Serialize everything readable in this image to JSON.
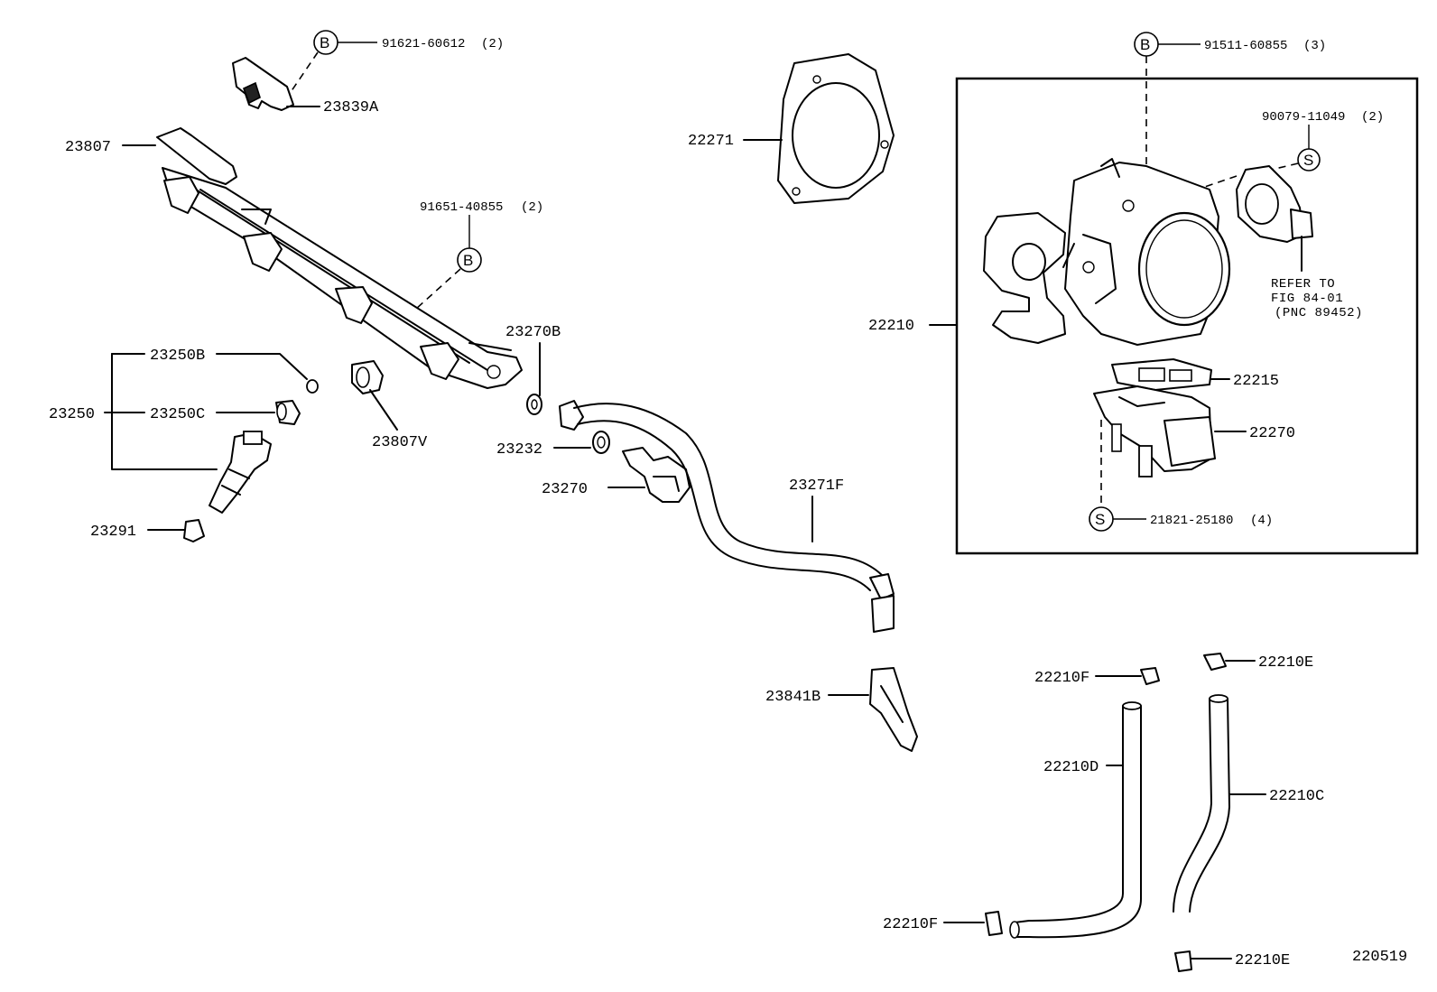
{
  "figure_code": "220519",
  "refer_note": {
    "line1": "REFER TO",
    "line2": "FIG 84-01",
    "line3": "(PNC 89452)"
  },
  "fasteners": [
    {
      "code": "B",
      "part": "91621-60612",
      "qty": "(2)"
    },
    {
      "code": "B",
      "part": "91511-60855",
      "qty": "(3)"
    },
    {
      "code": "S",
      "part": "90079-11049",
      "qty": "(2)"
    },
    {
      "code": "B",
      "part": "91651-40855",
      "qty": "(2)"
    },
    {
      "code": "S",
      "part": "21821-25180",
      "qty": "(4)"
    }
  ],
  "labels": {
    "p23839A": "23839A",
    "p23807": "23807",
    "p22271": "22271",
    "p22210": "22210",
    "p23270B": "23270B",
    "p23250B": "23250B",
    "p23250": "23250",
    "p23250C": "23250C",
    "p23807V": "23807V",
    "p23232": "23232",
    "p23270": "23270",
    "p23291": "23291",
    "p23271F": "23271F",
    "p22215": "22215",
    "p22270": "22270",
    "p23841B": "23841B",
    "p22210F_top": "22210F",
    "p22210E_top": "22210E",
    "p22210D": "22210D",
    "p22210C": "22210C",
    "p22210F_bot": "22210F",
    "p22210E_bot": "22210E"
  }
}
